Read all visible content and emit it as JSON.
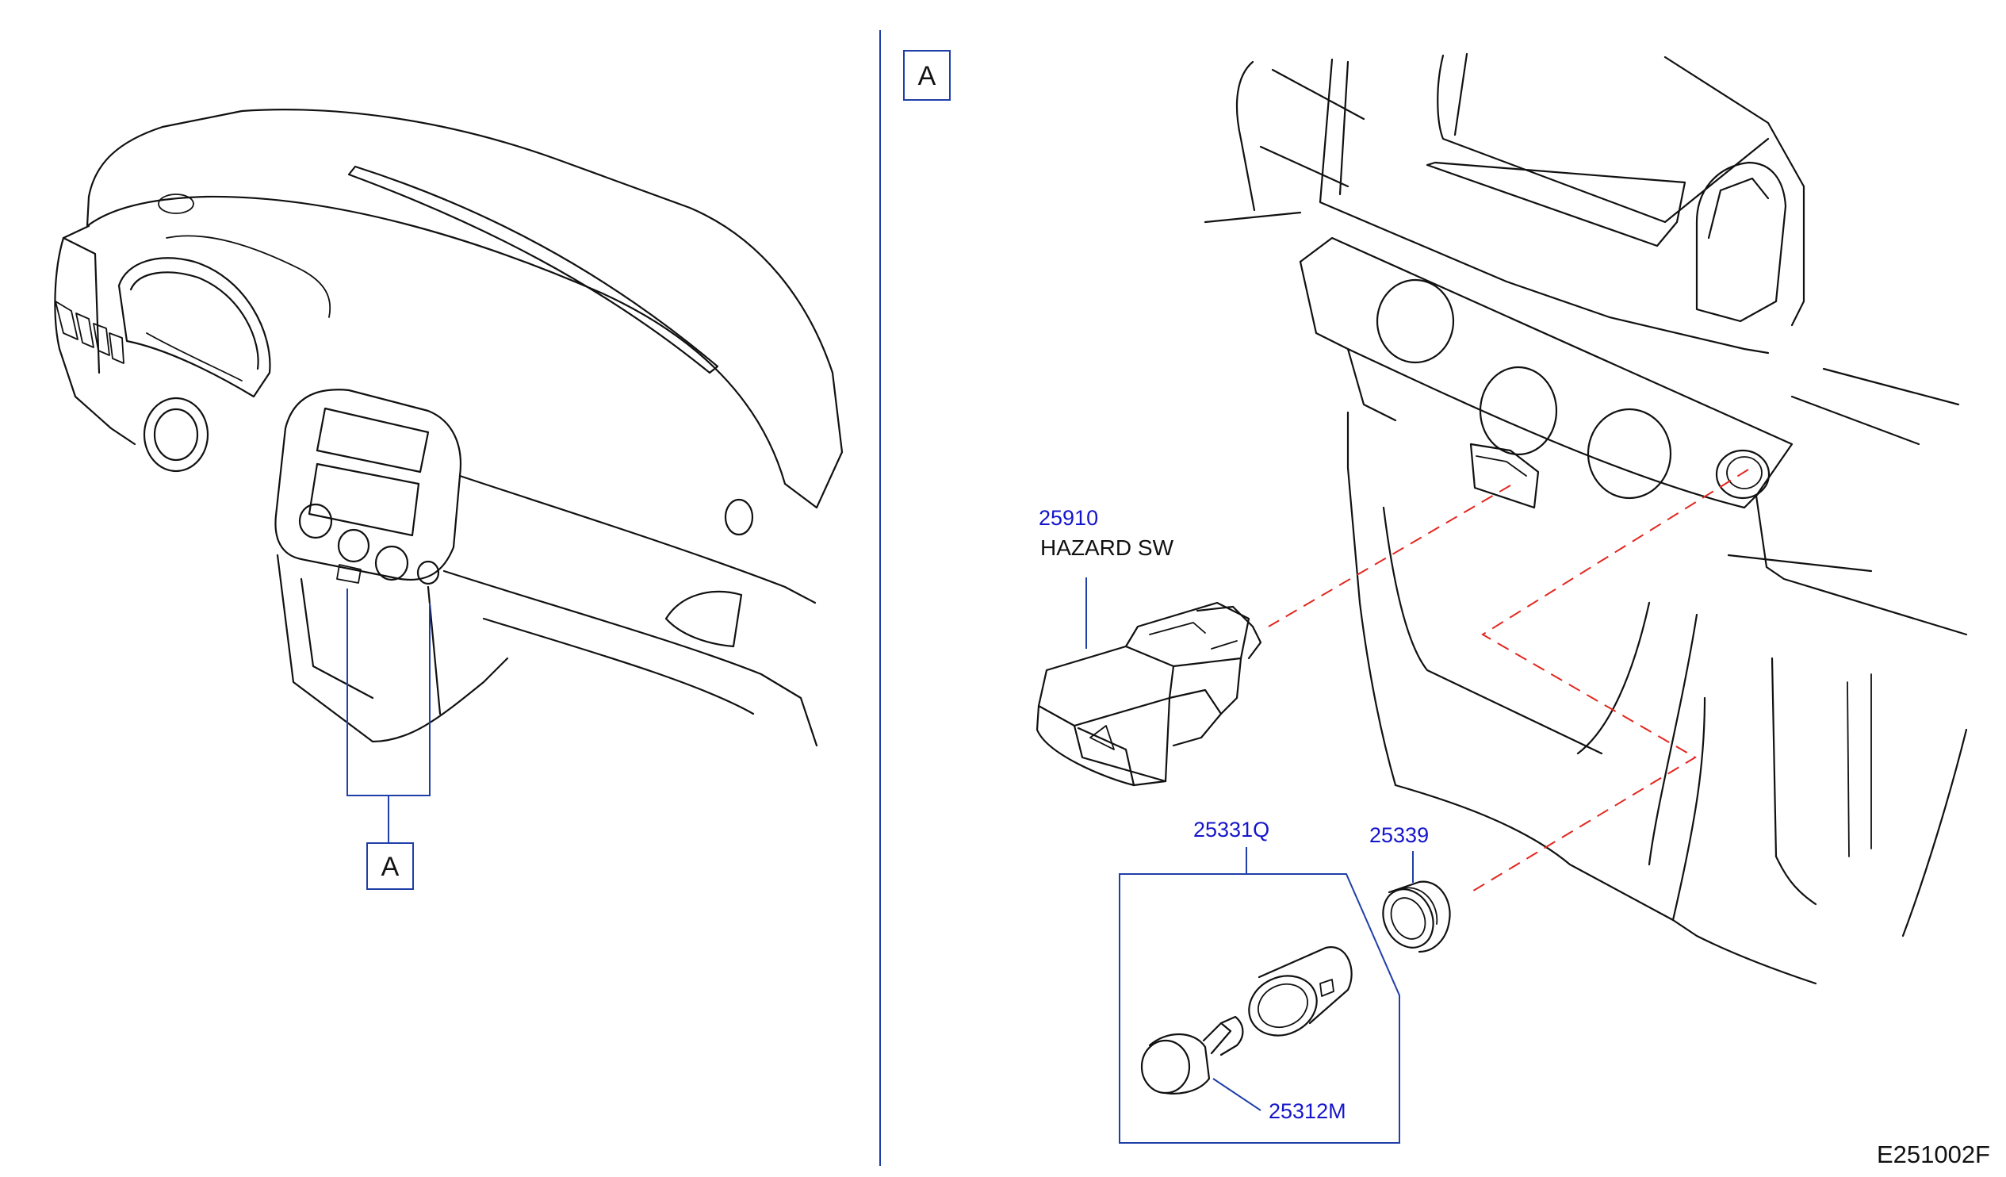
{
  "view_marker": "A",
  "detail_marker": "A",
  "parts": [
    {
      "number": "25910",
      "name": "HAZARD  SW"
    },
    {
      "number": "25331Q"
    },
    {
      "number": "25339"
    },
    {
      "number": "25312M"
    }
  ],
  "diagram_code": "E251002F",
  "colors": {
    "leader": "#1f3fa8",
    "part_number": "#1515cc",
    "hidden_line": "#e3261f",
    "ink": "#111111"
  }
}
